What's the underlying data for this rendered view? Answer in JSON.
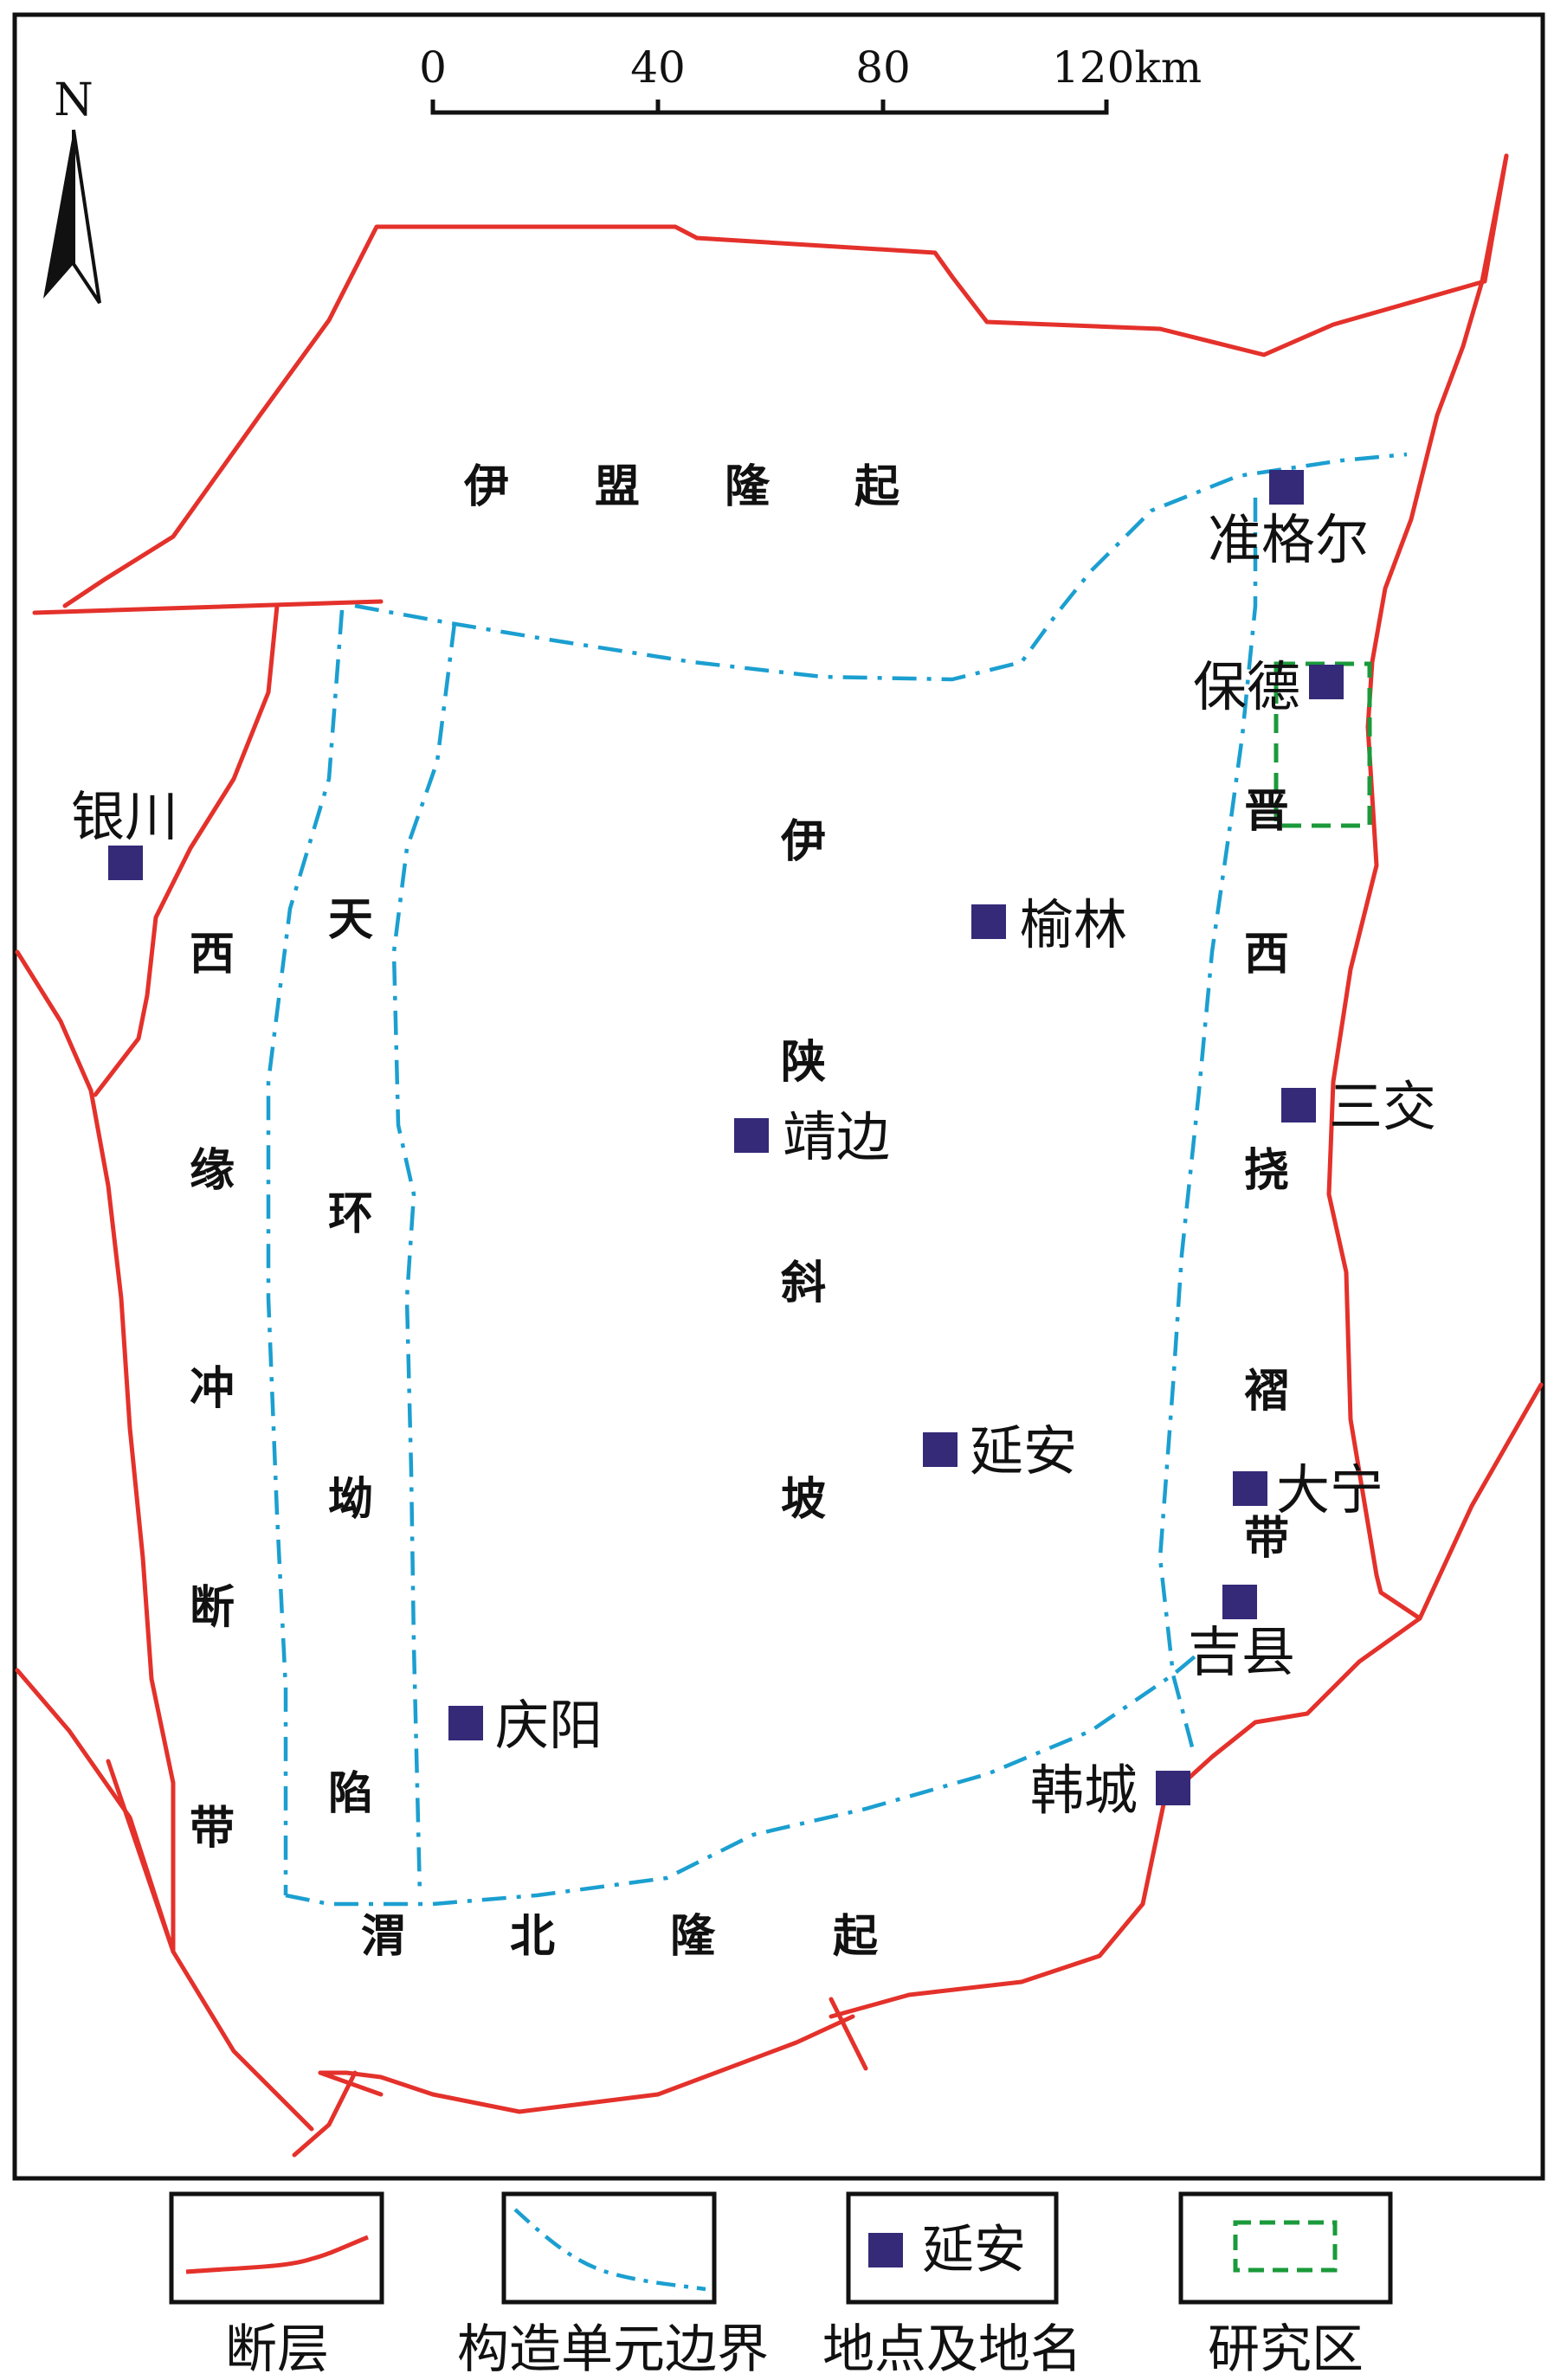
{
  "north": "N",
  "scale": {
    "ticks": [
      "0",
      "40",
      "80",
      "120km"
    ]
  },
  "colors": {
    "fault": "#e4312b",
    "boundary": "#1b9fd0",
    "study": "#1a9a3a",
    "marker": "#342a78",
    "frame": "#111111"
  },
  "places": [
    "准格尔",
    "保德",
    "银川",
    "榆林",
    "三交",
    "靖边",
    "延安",
    "大宁",
    "吉县",
    "庆阳",
    "韩城"
  ],
  "regions": {
    "yimeng": [
      "伊",
      "盟",
      "隆",
      "起"
    ],
    "xiyuan": [
      "西",
      "缘",
      "冲",
      "断",
      "带"
    ],
    "tianhuan": [
      "天",
      "环",
      "坳",
      "陷"
    ],
    "yishan": [
      "伊",
      "陕",
      "斜",
      "坡"
    ],
    "jinxi": [
      "晋",
      "西",
      "挠",
      "褶",
      "带"
    ],
    "weibei": [
      "渭",
      "北",
      "隆",
      "起"
    ]
  },
  "legend": {
    "fault": "断层",
    "boundary": "构造单元边界",
    "place": "地点及地名",
    "place_sample": "延安",
    "study": "研究区"
  }
}
